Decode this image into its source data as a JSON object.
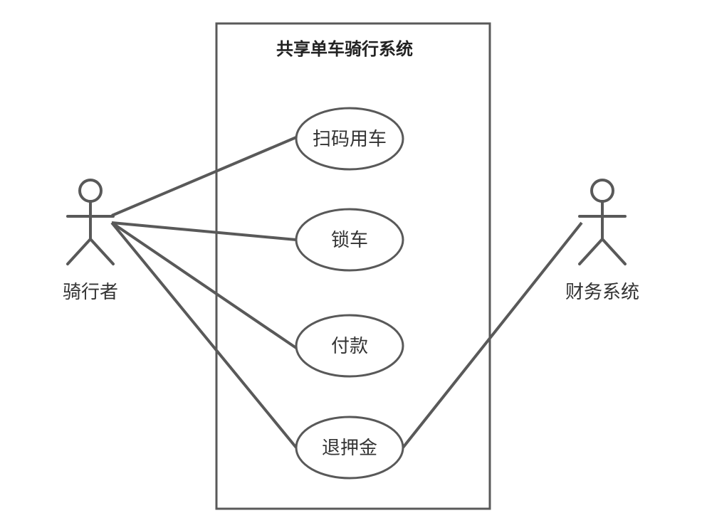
{
  "system": {
    "title": "共享单车骑行系统"
  },
  "actors": {
    "rider": {
      "label": "骑行者",
      "icon": "stick-figure-icon"
    },
    "finance": {
      "label": "财务系统",
      "icon": "stick-figure-icon"
    }
  },
  "use_cases": [
    {
      "id": "scan",
      "label": "扫码用车"
    },
    {
      "id": "lock",
      "label": "锁车"
    },
    {
      "id": "pay",
      "label": "付款"
    },
    {
      "id": "refund",
      "label": "退押金"
    }
  ],
  "associations": [
    {
      "from": "骑行者",
      "to": "扫码用车"
    },
    {
      "from": "骑行者",
      "to": "锁车"
    },
    {
      "from": "骑行者",
      "to": "付款"
    },
    {
      "from": "骑行者",
      "to": "退押金"
    },
    {
      "from": "财务系统",
      "to": "退押金"
    }
  ],
  "colors": {
    "line": "#595959",
    "text": "#333333",
    "background": "#ffffff"
  }
}
